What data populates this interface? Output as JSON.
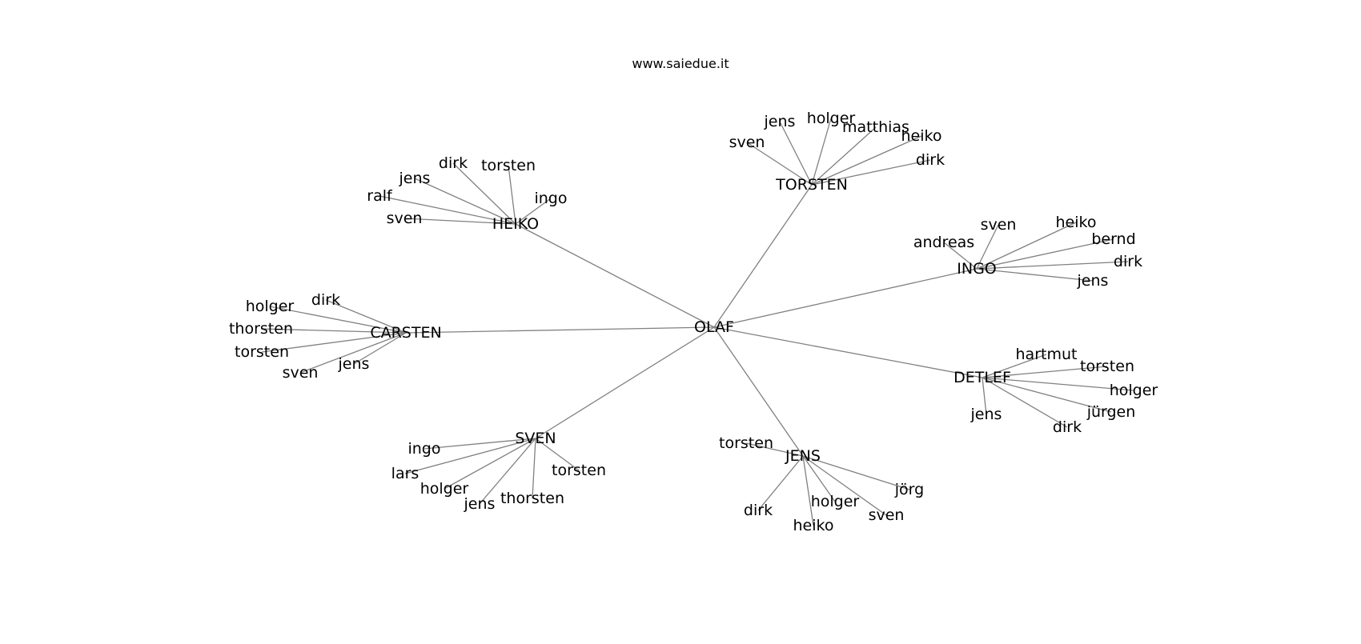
{
  "watermark": "www.saiedue.it",
  "graph": {
    "root": "OLAF",
    "edge_color": "#808080",
    "hubs": [
      {
        "name": "HEIKO",
        "leaves": [
          "dirk",
          "torsten",
          "jens",
          "ingo",
          "ralf",
          "sven"
        ]
      },
      {
        "name": "TORSTEN",
        "leaves": [
          "jens",
          "holger",
          "matthias",
          "heiko",
          "sven",
          "dirk"
        ]
      },
      {
        "name": "INGO",
        "leaves": [
          "sven",
          "heiko",
          "andreas",
          "bernd",
          "dirk",
          "jens"
        ]
      },
      {
        "name": "CARSTEN",
        "leaves": [
          "dirk",
          "holger",
          "thorsten",
          "torsten",
          "jens",
          "sven"
        ]
      },
      {
        "name": "DETLEF",
        "leaves": [
          "hartmut",
          "torsten",
          "holger",
          "jürgen",
          "jens",
          "dirk"
        ]
      },
      {
        "name": "SVEN",
        "leaves": [
          "ingo",
          "torsten",
          "lars",
          "holger",
          "jens",
          "thorsten"
        ]
      },
      {
        "name": "JENS",
        "leaves": [
          "torsten",
          "jörg",
          "holger",
          "sven",
          "dirk",
          "heiko"
        ]
      }
    ]
  }
}
